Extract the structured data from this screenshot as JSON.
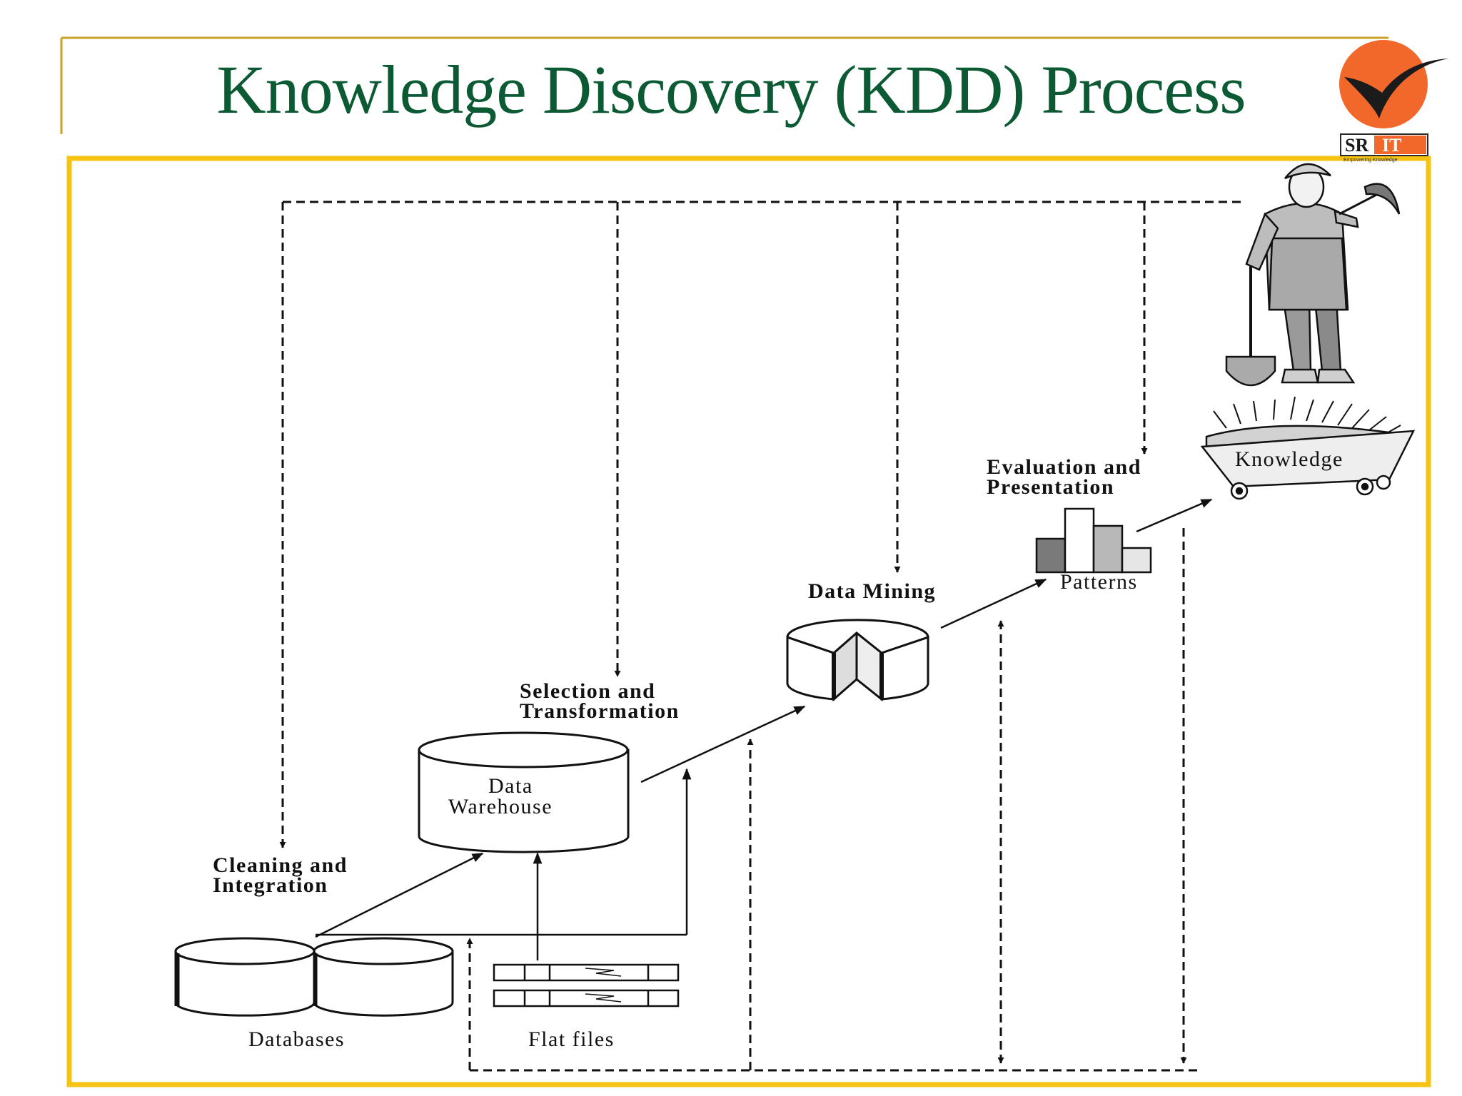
{
  "slide": {
    "title": "Knowledge Discovery (KDD) Process",
    "logo_text_a": "SR",
    "logo_text_b": "IT",
    "logo_tagline": "Empowering Knowledge"
  },
  "diagram": {
    "stages": {
      "cleaning_line1": "Cleaning and",
      "cleaning_line2": "Integration",
      "selection_line1": "Selection and",
      "selection_line2": "Transformation",
      "mining": "Data Mining",
      "evaluation_line1": "Evaluation and",
      "evaluation_line2": "Presentation"
    },
    "nodes": {
      "databases": "Databases",
      "flat_files": "Flat files",
      "warehouse_line1": "Data",
      "warehouse_line2": "Warehouse",
      "patterns": "Patterns",
      "knowledge": "Knowledge"
    }
  },
  "colors": {
    "title": "#0b5a33",
    "frame": "#f6c313",
    "header_rule": "#c9a227",
    "logo_circle": "#f2682a"
  }
}
